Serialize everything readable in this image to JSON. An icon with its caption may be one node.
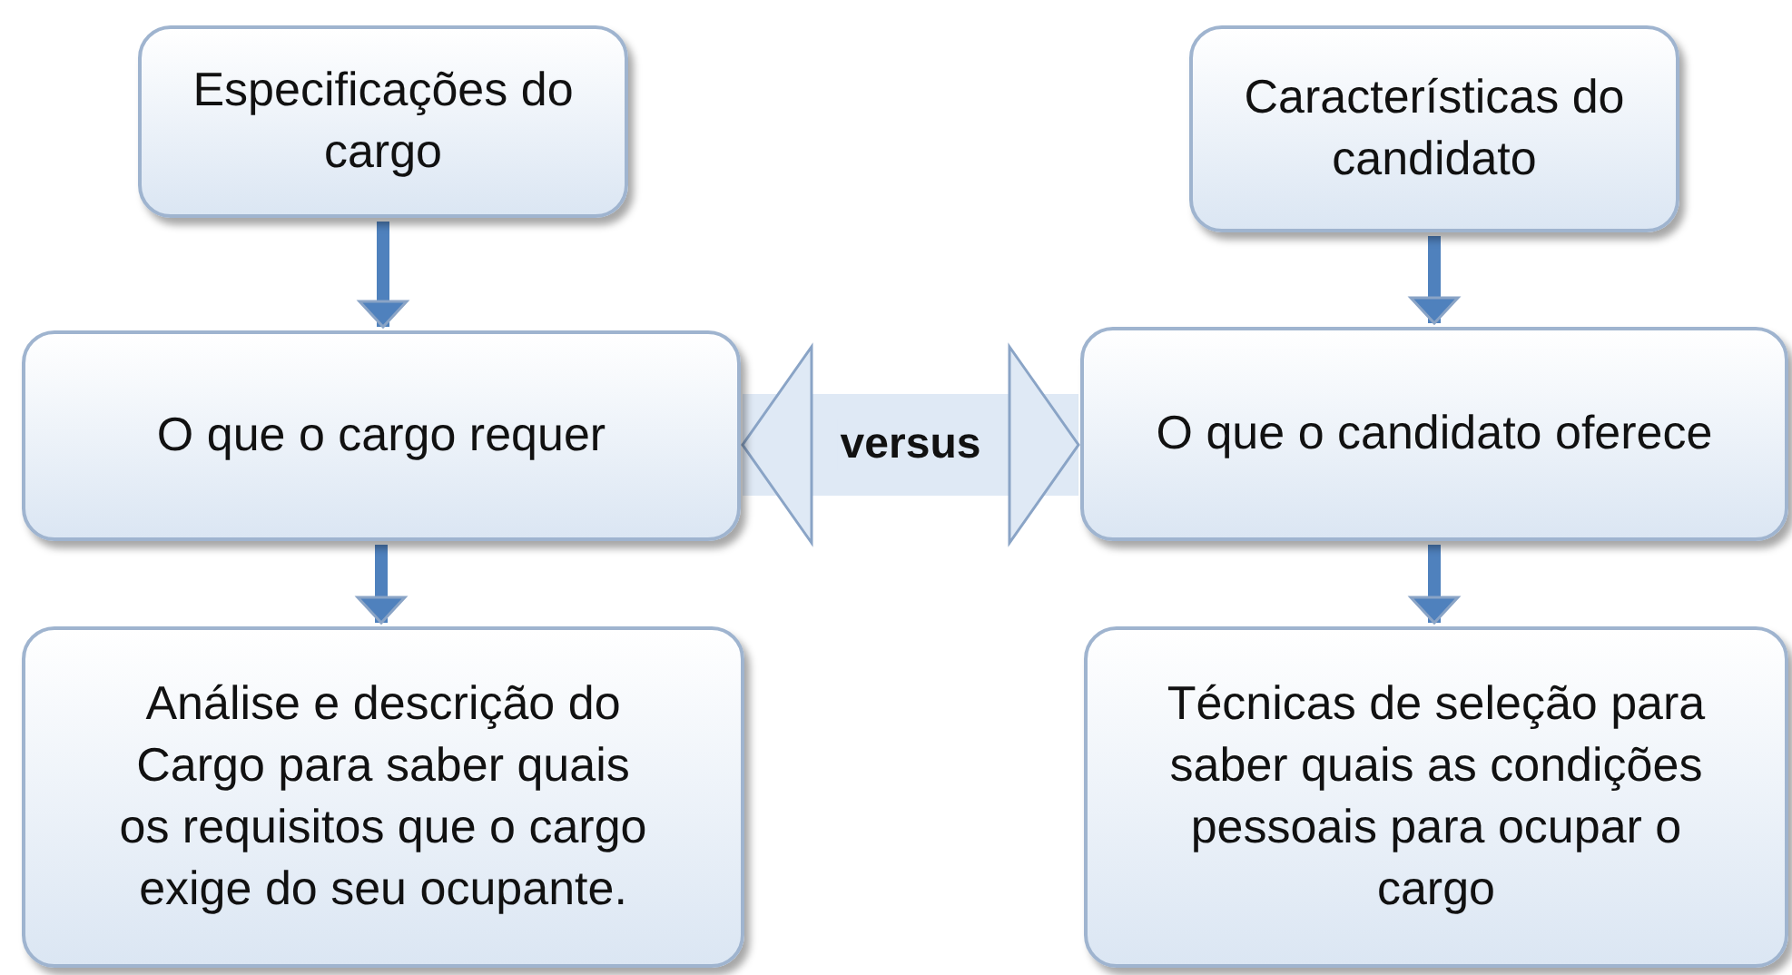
{
  "diagram": {
    "nodes": [
      {
        "text": [
          "Especificações do cargo"
        ]
      },
      {
        "text": [
          "Características do candidato"
        ]
      },
      {
        "text": [
          "O que o cargo requer"
        ]
      },
      {
        "text": [
          "O que o candidato oferece"
        ]
      },
      {
        "text": [
          "Análise e descrição do Cargo para saber quais os requisitos que o cargo exige do seu ocupante."
        ]
      },
      {
        "text": [
          "Técnicas de seleção para saber quais as condições pessoais para ocupar o cargo"
        ]
      }
    ],
    "edges": [
      {
        "from": 0,
        "to": 2,
        "arrow": "to"
      },
      {
        "from": 2,
        "to": 4,
        "arrow": "to"
      },
      {
        "from": 1,
        "to": 3,
        "arrow": "to"
      },
      {
        "from": 3,
        "to": 5,
        "arrow": "to"
      },
      {
        "from": 2,
        "to": 3,
        "arrow": "both",
        "label": "versus",
        "style": "thick",
        "color": "#dfe9f5"
      }
    ]
  }
}
